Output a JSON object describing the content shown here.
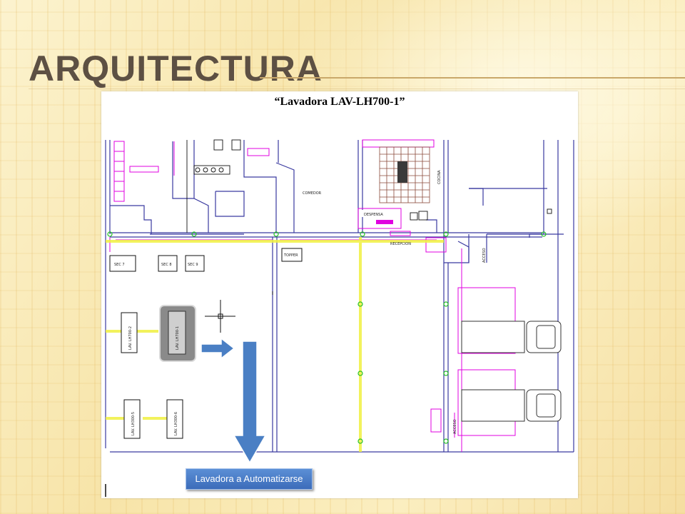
{
  "slide": {
    "title": "ARQUITECTURA"
  },
  "plan": {
    "title": "“Lavadora LAV-LH700-1”",
    "rooms": {
      "comedor": "COMEDOR",
      "cocina": "COCINA",
      "despensa": "DESPENSA",
      "recepcion": "RECEPCION",
      "topper": "TOPPER",
      "acceso_top": "ACCESO",
      "acceso_bottom": "ACCESO"
    },
    "machines": {
      "sec7": "SEC 7",
      "sec8": "SEC 8",
      "sec9": "SEC 9",
      "lav_lh700_1": "LAV. LH700-1",
      "lav_lh700_2": "LAV. LH700-2",
      "lav_lh300_5": "LAV. LH300-5",
      "lav_lh300_6": "LAV. LH300-6"
    },
    "callout": "Lavadora a Automatizarse"
  },
  "colors": {
    "wall": "#3a3aa0",
    "magenta": "#e000e0",
    "yellow": "#f0f040",
    "green": "#20c020",
    "arrow": "#4a7fc4",
    "highlight": "#8a8a8a"
  }
}
